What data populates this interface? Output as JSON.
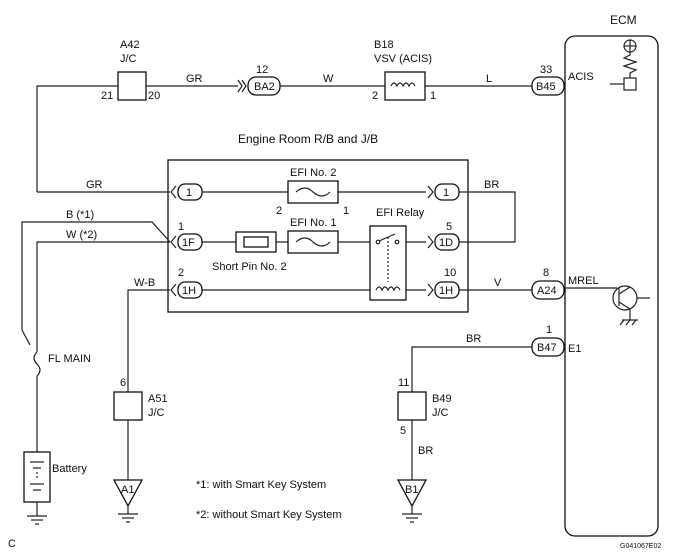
{
  "ecm": {
    "title": "ECM",
    "acis": "ACIS",
    "mrel": "MREL",
    "e1": "E1"
  },
  "a42": {
    "id": "A42",
    "type": "J/C",
    "pin_left": "21",
    "pin_right": "20"
  },
  "ba2": {
    "pin": "12",
    "label": "BA2"
  },
  "b18": {
    "id": "B18",
    "name": "VSV (ACIS)",
    "pin_left": "2",
    "pin_right": "1"
  },
  "b45": {
    "pin": "33",
    "label": "B45"
  },
  "wires": {
    "gr": "GR",
    "w": "W",
    "l": "L",
    "br": "BR",
    "b_smart": "B (*1)",
    "w_nosmart": "W (*2)",
    "wb": "W-B",
    "v": "V"
  },
  "jb": {
    "title": "Engine Room R/B and J/B",
    "c1_left": "1",
    "c1_right": "1",
    "efi2": "EFI No. 2",
    "efi2_pin_left": "2",
    "efi2_pin_right": "1",
    "efi_relay": "EFI Relay",
    "efi1": "EFI No. 1",
    "short_pin": "Short Pin No. 2",
    "c1f_pin": "1",
    "c1f": "1F",
    "c1d_pin": "5",
    "c1d": "1D",
    "c1h_left_pin": "2",
    "c1h_left": "1H",
    "c1h_right_pin": "10",
    "c1h_right": "1H"
  },
  "a24": {
    "pin": "8",
    "label": "A24"
  },
  "b47": {
    "pin": "1",
    "label": "B47"
  },
  "fl_main": "FL MAIN",
  "battery": "Battery",
  "a51": {
    "pin": "6",
    "id": "A51",
    "type": "J/C"
  },
  "b49": {
    "pin_top": "11",
    "id": "B49",
    "type": "J/C",
    "pin_bottom": "5"
  },
  "grounds": {
    "a1": "A1",
    "b1": "B1"
  },
  "notes": {
    "n1": "*1: with Smart Key System",
    "n2": "*2: without Smart Key System"
  },
  "corner_letter": "C",
  "figure_code": "G041067E02"
}
